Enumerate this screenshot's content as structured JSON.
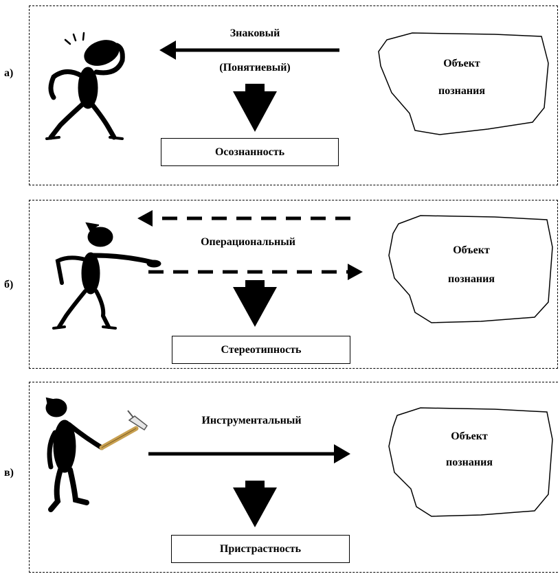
{
  "panels": [
    {
      "label": "а)",
      "method": "Знаковый",
      "method_sub": "(Понятиевый)",
      "result": "Осознанность",
      "object_line1": "Объект",
      "object_line2": "познания",
      "figure_icon": "thinking-person-icon"
    },
    {
      "label": "б)",
      "method": "Операциональный",
      "result": "Стереотипность",
      "object_line1": "Объект",
      "object_line2": "познания",
      "figure_icon": "pointing-person-icon"
    },
    {
      "label": "в)",
      "method": "Инструментальный",
      "result": "Пристрастность",
      "object_line1": "Объект",
      "object_line2": "познания",
      "figure_icon": "person-with-hammer-icon"
    }
  ]
}
